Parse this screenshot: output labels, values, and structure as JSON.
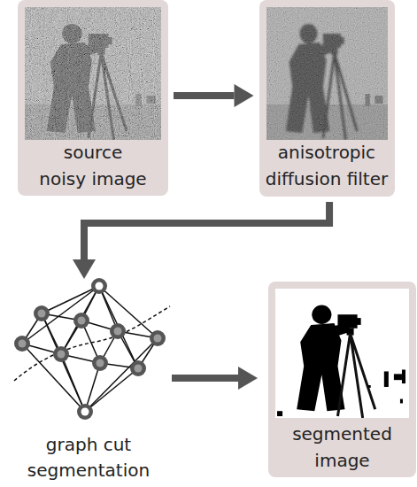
{
  "diagram": {
    "nodes": [
      {
        "text": [
          "source noisy image"
        ]
      },
      {
        "text": [
          "anisotropic diffusion filter"
        ]
      },
      {
        "text": [
          "graph cut segmentation"
        ]
      },
      {
        "text": [
          "segmented image"
        ]
      }
    ],
    "edges": [
      {
        "from": 0,
        "to": 1,
        "arrow": "to"
      },
      {
        "from": 1,
        "to": 2,
        "arrow": "to"
      },
      {
        "from": 2,
        "to": 3,
        "arrow": "to"
      }
    ]
  }
}
